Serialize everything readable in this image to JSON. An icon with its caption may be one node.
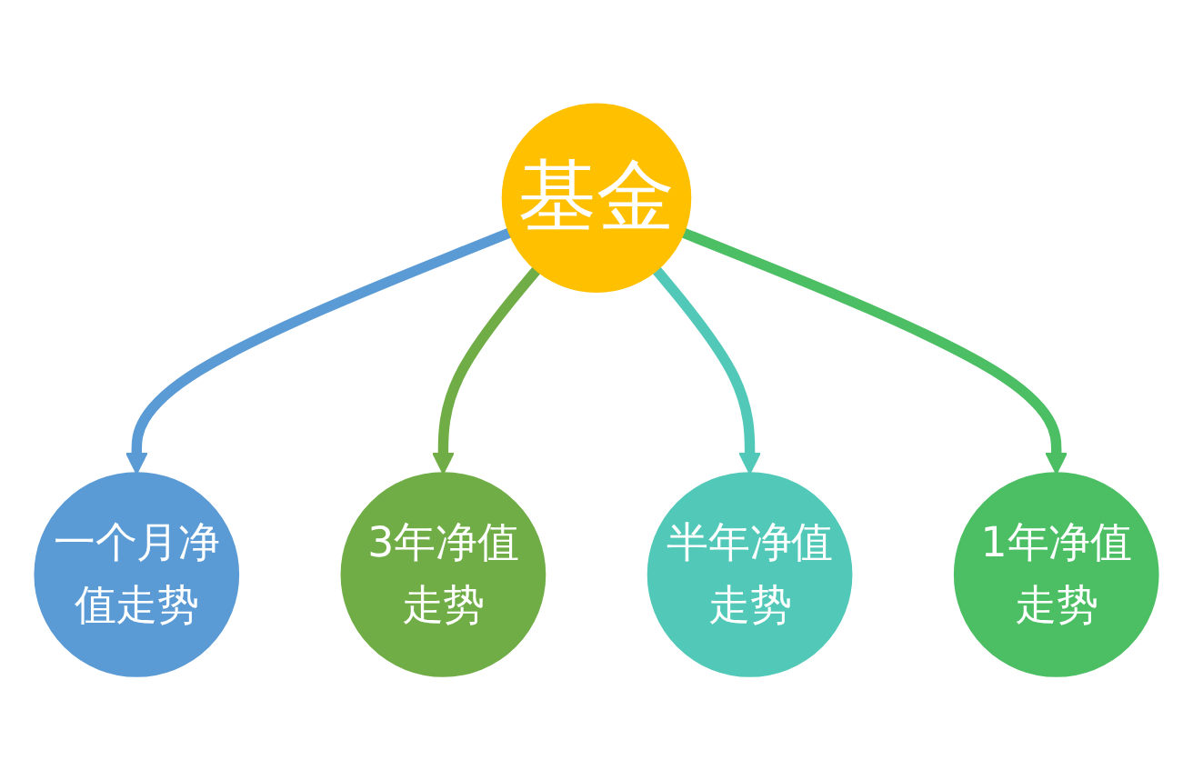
{
  "diagram": {
    "nodes": [
      {
        "text": [
          "一个月净值走势"
        ]
      },
      {
        "text": [
          "3年净值走势"
        ]
      },
      {
        "text": [
          "基金"
        ]
      },
      {
        "text": [
          "半年净值走势"
        ]
      },
      {
        "text": [
          "1年净值走势"
        ]
      }
    ],
    "edges": [
      {
        "from": 2,
        "to": 0,
        "arrow": "to",
        "color": "#5b9bd5"
      },
      {
        "from": 2,
        "to": 1,
        "arrow": "to",
        "color": "#70ad47"
      },
      {
        "from": 2,
        "to": 3,
        "arrow": "to",
        "color": "#52c9b8"
      },
      {
        "from": 2,
        "to": 4,
        "arrow": "to",
        "color": "#4cbe63"
      }
    ]
  }
}
